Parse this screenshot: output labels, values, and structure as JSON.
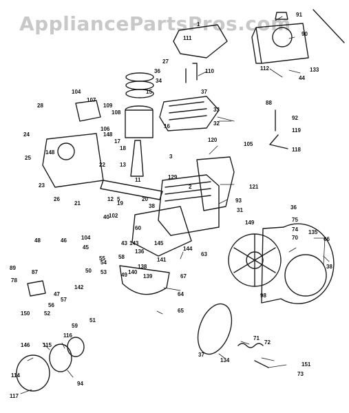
{
  "watermark": {
    "text": "AppliancePartsPros.com"
  },
  "parts": [
    {
      "id": "p1",
      "label": "1"
    },
    {
      "id": "p2",
      "label": "2"
    },
    {
      "id": "p3",
      "label": "3"
    },
    {
      "id": "p5",
      "label": "5"
    },
    {
      "id": "p11",
      "label": "11"
    },
    {
      "id": "p12",
      "label": "12"
    },
    {
      "id": "p13",
      "label": "13"
    },
    {
      "id": "p15",
      "label": "15"
    },
    {
      "id": "p16",
      "label": "16"
    },
    {
      "id": "p17",
      "label": "17"
    },
    {
      "id": "p18",
      "label": "18"
    },
    {
      "id": "p19",
      "label": "19"
    },
    {
      "id": "p20",
      "label": "20"
    },
    {
      "id": "p21",
      "label": "21"
    },
    {
      "id": "p22",
      "label": "22"
    },
    {
      "id": "p23",
      "label": "23"
    },
    {
      "id": "p24",
      "label": "24"
    },
    {
      "id": "p25",
      "label": "25"
    },
    {
      "id": "p26",
      "label": "26"
    },
    {
      "id": "p27",
      "label": "27"
    },
    {
      "id": "p28",
      "label": "28"
    },
    {
      "id": "p31",
      "label": "31"
    },
    {
      "id": "p32",
      "label": "32"
    },
    {
      "id": "p33",
      "label": "33"
    },
    {
      "id": "p34",
      "label": "34"
    },
    {
      "id": "p36",
      "label": "36"
    },
    {
      "id": "p36b",
      "label": "36"
    },
    {
      "id": "p37",
      "label": "37"
    },
    {
      "id": "p37b",
      "label": "37"
    },
    {
      "id": "p38",
      "label": "38"
    },
    {
      "id": "p38b",
      "label": "38"
    },
    {
      "id": "p40",
      "label": "40"
    },
    {
      "id": "p43",
      "label": "43"
    },
    {
      "id": "p44",
      "label": "44"
    },
    {
      "id": "p45",
      "label": "45"
    },
    {
      "id": "p46",
      "label": "46"
    },
    {
      "id": "p47",
      "label": "47"
    },
    {
      "id": "p48",
      "label": "48"
    },
    {
      "id": "p49",
      "label": "49"
    },
    {
      "id": "p50",
      "label": "50"
    },
    {
      "id": "p51",
      "label": "51"
    },
    {
      "id": "p52",
      "label": "52"
    },
    {
      "id": "p53",
      "label": "53"
    },
    {
      "id": "p54",
      "label": "54"
    },
    {
      "id": "p55",
      "label": "55"
    },
    {
      "id": "p56",
      "label": "56"
    },
    {
      "id": "p57",
      "label": "57"
    },
    {
      "id": "p58",
      "label": "58"
    },
    {
      "id": "p59",
      "label": "59"
    },
    {
      "id": "p60",
      "label": "60"
    },
    {
      "id": "p63",
      "label": "63"
    },
    {
      "id": "p64",
      "label": "64"
    },
    {
      "id": "p65",
      "label": "65"
    },
    {
      "id": "p66",
      "label": "66"
    },
    {
      "id": "p67",
      "label": "67"
    },
    {
      "id": "p70",
      "label": "70"
    },
    {
      "id": "p71",
      "label": "71"
    },
    {
      "id": "p72",
      "label": "72"
    },
    {
      "id": "p73",
      "label": "73"
    },
    {
      "id": "p74",
      "label": "74"
    },
    {
      "id": "p75",
      "label": "75"
    },
    {
      "id": "p78",
      "label": "78"
    },
    {
      "id": "p87",
      "label": "87"
    },
    {
      "id": "p88",
      "label": "88"
    },
    {
      "id": "p89",
      "label": "89"
    },
    {
      "id": "p90",
      "label": "90"
    },
    {
      "id": "p91",
      "label": "91"
    },
    {
      "id": "p92",
      "label": "92"
    },
    {
      "id": "p93",
      "label": "93"
    },
    {
      "id": "p94",
      "label": "94"
    },
    {
      "id": "p98",
      "label": "98"
    },
    {
      "id": "p102",
      "label": "102"
    },
    {
      "id": "p104",
      "label": "104"
    },
    {
      "id": "p104b",
      "label": "104"
    },
    {
      "id": "p105",
      "label": "105"
    },
    {
      "id": "p106",
      "label": "106"
    },
    {
      "id": "p107",
      "label": "107"
    },
    {
      "id": "p108",
      "label": "108"
    },
    {
      "id": "p109",
      "label": "109"
    },
    {
      "id": "p110",
      "label": "110"
    },
    {
      "id": "p111",
      "label": "111"
    },
    {
      "id": "p112",
      "label": "112"
    },
    {
      "id": "p114",
      "label": "114"
    },
    {
      "id": "p115",
      "label": "115"
    },
    {
      "id": "p116",
      "label": "116"
    },
    {
      "id": "p117",
      "label": "117"
    },
    {
      "id": "p118",
      "label": "118"
    },
    {
      "id": "p119",
      "label": "119"
    },
    {
      "id": "p120",
      "label": "120"
    },
    {
      "id": "p121",
      "label": "121"
    },
    {
      "id": "p129",
      "label": "129"
    },
    {
      "id": "p133",
      "label": "133"
    },
    {
      "id": "p134",
      "label": "134"
    },
    {
      "id": "p135",
      "label": "135"
    },
    {
      "id": "p136",
      "label": "136"
    },
    {
      "id": "p138",
      "label": "138"
    },
    {
      "id": "p139",
      "label": "139"
    },
    {
      "id": "p140",
      "label": "140"
    },
    {
      "id": "p141",
      "label": "141"
    },
    {
      "id": "p142",
      "label": "142"
    },
    {
      "id": "p143",
      "label": "143"
    },
    {
      "id": "p144",
      "label": "144"
    },
    {
      "id": "p145",
      "label": "145"
    },
    {
      "id": "p146",
      "label": "146"
    },
    {
      "id": "p148",
      "label": "148"
    },
    {
      "id": "p148b",
      "label": "148"
    },
    {
      "id": "p149",
      "label": "149"
    },
    {
      "id": "p150",
      "label": "150"
    },
    {
      "id": "p151",
      "label": "151"
    }
  ]
}
